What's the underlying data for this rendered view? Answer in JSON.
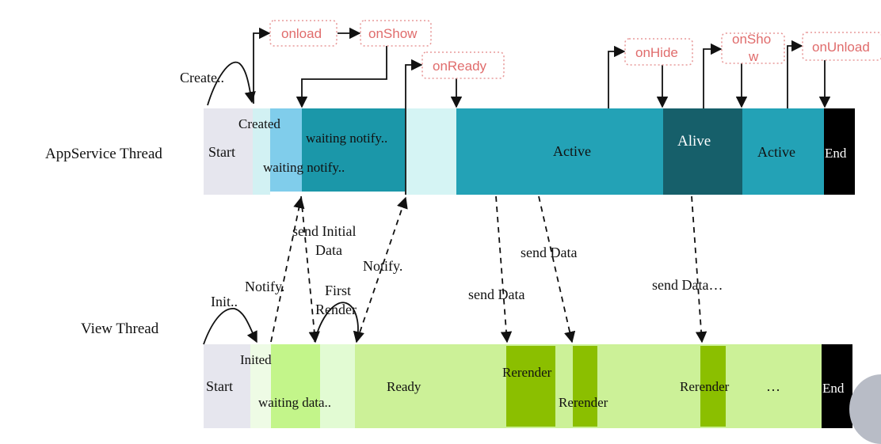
{
  "threads": {
    "appservice_label": "AppService Thread",
    "view_label": "View Thread"
  },
  "hooks": {
    "onload": "onload",
    "onshow_1": "onShow",
    "onready": "onReady",
    "onhide": "onHide",
    "onshow_2_line1": "onSho",
    "onshow_2_line2": "w",
    "onunload": "onUnload"
  },
  "appservice": {
    "create": "Create..",
    "start": "Start",
    "created": "Created",
    "waiting_notify_1": "waiting notify..",
    "waiting_notify_2": "waiting notify..",
    "active_1": "Active",
    "alive": "Alive",
    "active_2": "Active",
    "end": "End"
  },
  "view": {
    "init": "Init..",
    "start": "Start",
    "inited": "Inited",
    "waiting_data": "waiting data..",
    "first_render_line1": "First",
    "first_render_line2": "Render",
    "ready": "Ready",
    "rerender_1": "Rerender",
    "rerender_2": "Rerender",
    "rerender_3": "Rerender",
    "ellipsis": "…",
    "end": "End"
  },
  "messages": {
    "notify_1": "Notify.",
    "send_initial_line1": "send Initial",
    "send_initial_line2": "Data",
    "notify_2": "Notify.",
    "send_data_1": "send  Data",
    "send_data_2": "send  Data",
    "send_data_3": "send  Data…"
  },
  "colors": {
    "app_start": "#e6e6ee",
    "app_created": "#d2f1f3",
    "app_waiting_light": "#80cdeb",
    "app_waiting": "#1b97a9",
    "app_gap": "#d5f4f4",
    "app_active": "#23a2b6",
    "app_alive": "#165f6a",
    "end": "#000000",
    "view_start": "#e6e6ee",
    "view_inited": "#eefbe5",
    "view_waiting": "#c3f58a",
    "view_first_render": "#e2fbd3",
    "view_ready": "#ccf198",
    "view_rerender": "#8bbf00",
    "hook_text": "#e06c6c"
  }
}
